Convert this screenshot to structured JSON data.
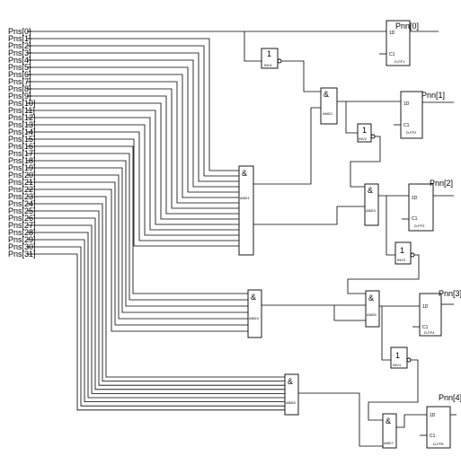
{
  "inputs": [
    "Pns[0]",
    "Pns[1]",
    "Pns[2]",
    "Pns[3]",
    "Pns[4]",
    "Pns[5]",
    "Pns[6]",
    "Pns[7]",
    "Pns[8]",
    "Pns[9]",
    "Pns[10]",
    "Pns[11]",
    "Pns[12]",
    "Pns[13]",
    "Pns[14]",
    "Pns[15]",
    "Pns[16]",
    "Pns[17]",
    "Pns[18]",
    "Pns[19]",
    "Pns[20]",
    "Pns[21]",
    "Pns[22]",
    "Pns[23]",
    "Pns[24]",
    "Pns[25]",
    "Pns[26]",
    "Pns[27]",
    "Pns[28]",
    "Pns[29]",
    "Pns[30]",
    "Pns[31]"
  ],
  "outputs": [
    "Pnn[0]",
    "Pnn[1]",
    "Pnn[2]",
    "Pnn[3]",
    "Pnn[4]"
  ],
  "gates": {
    "inv1": {
      "symbol": "1",
      "label": "INV1"
    },
    "inv2": {
      "symbol": "1",
      "label": "INV2"
    },
    "inv3": {
      "symbol": "1",
      "label": "INV3"
    },
    "inv4": {
      "symbol": "1",
      "label": "INV4"
    },
    "and1": {
      "symbol": "&",
      "label": "AND1"
    },
    "and2": {
      "symbol": "&",
      "label": "AND2"
    },
    "and3": {
      "symbol": "&",
      "label": "AND3"
    },
    "and4": {
      "symbol": "&",
      "label": "AND4"
    },
    "and5": {
      "symbol": "&",
      "label": "AND5"
    },
    "and6": {
      "symbol": "&",
      "label": "AND6"
    },
    "and7": {
      "symbol": "&",
      "label": "AND7"
    }
  },
  "flipflops": [
    {
      "d": "1D",
      "c": "C1",
      "label": "D-FF1"
    },
    {
      "d": "1D",
      "c": "C1",
      "label": "D-FF2"
    },
    {
      "d": "1D",
      "c": "C1",
      "label": "D-FF3"
    },
    {
      "d": "1D",
      "c": "C1",
      "label": "D-FF4"
    },
    {
      "d": "1D",
      "c": "C1",
      "label": "D-FF5"
    }
  ]
}
